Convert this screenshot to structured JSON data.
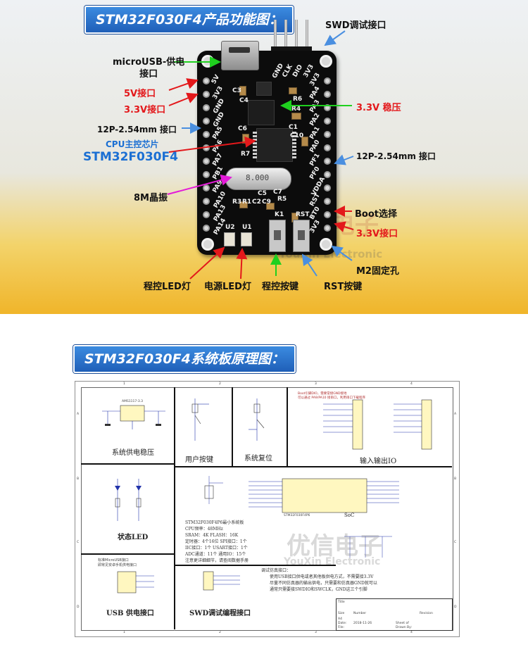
{
  "panel1": {
    "title": "STM32F030F4产品功能图：",
    "callouts": {
      "swd": "SWD调试接口",
      "usb": "microUSB-供电\n接口",
      "v5": "5V接口",
      "v33_left": "3.3V接口",
      "header_left": "12P-2.54mm  接口",
      "cpu": "CPU主控芯片",
      "cpu_name": "STM32F030F4",
      "xtal": "8M晶振",
      "ldo": "3.3V 稳压",
      "header_right": "12P-2.54mm 接口",
      "boot": "Boot选择",
      "v33_right": "3.3V接口",
      "m2": "M2固定孔",
      "led_prog": "程控LED灯",
      "led_pwr": "电源LED灯",
      "key_prog": "程控按键",
      "key_rst": "RST按键"
    },
    "silk_left": [
      "5V",
      "3V3",
      "GND",
      "GND",
      "PA5",
      "PA6",
      "PA7",
      "PB1",
      "PA9",
      "PA10",
      "PA13",
      "PA14"
    ],
    "silk_right": [
      "3V3",
      "PA4",
      "PA3",
      "PA2",
      "PA1",
      "PA0",
      "PF1",
      "PF0",
      "VDDA",
      "RST",
      "BT0",
      "3V3"
    ],
    "silk_swd": [
      "GND",
      "CLK",
      "DIO",
      "3V3"
    ],
    "silk_misc": [
      "C3",
      "C4",
      "R6",
      "R4",
      "C1",
      "C6",
      "C10",
      "R7",
      "R3",
      "R1",
      "C2",
      "C9",
      "C5",
      "R5",
      "C7",
      "K1",
      "RST",
      "U2",
      "U1"
    ],
    "crystal_label": "8.000",
    "watermark_cn": "电子",
    "watermark_en": "YouXin Electronic"
  },
  "panel2": {
    "title": "STM32F030F4系统板原理图：",
    "col_marks": [
      "1",
      "2",
      "3",
      "4"
    ],
    "row_marks": [
      "A",
      "B",
      "C",
      "D"
    ],
    "sections": {
      "power": "系统供电稳压",
      "key": "用户按键",
      "reset": "系统复位",
      "io": "输入输出IO",
      "led": "状态LED",
      "soc": "SoC",
      "usb": "USB 供电接口",
      "swd": "SWD调试编程接口"
    },
    "soc_notes": [
      "STM32F030F4P6最小系统板",
      "CPU频率：48MHz",
      "SRAM：4K    FLASH：16K",
      "定时器：4个16位    SPI接口：1个",
      "IIC接口：1个        USART接口：1个",
      "ADC通道：11个       通用IO：15个",
      "注意更详细细节，请查阅数据手册"
    ],
    "swd_notes": [
      "调试仿真接口：",
      "使用USB接口供电或者其他板供电方式，不需要接3.3V",
      "尽量不同仿真器的输出供电，只需要和仿真器GND就可以",
      "通常只需要接SWDIO和SWCLK，GND这三个引脚"
    ],
    "usb_note": [
      "标准MicroUSB接口",
      "即常见安卓手机供电接口"
    ],
    "io_note": [
      "Boot引脚DIO，需要常接GND接地",
      "可以通过 PA9/PA10 接串口，利用串口下载程序"
    ],
    "regulator": "AMS1117-3.3",
    "chip": "STM32F030F4P6",
    "title_block": [
      "Title",
      "Size",
      "Number",
      "Revision",
      "A4",
      "Date:",
      "2018-11-26",
      "Sheet  of",
      "File:",
      "Drawn By:"
    ],
    "watermark_cn": "优信电子",
    "watermark_en": "YouXin Electronic"
  },
  "colors": {
    "red": "#e3181b",
    "blue": "#1b6fd3",
    "green": "#1fd01f",
    "magenta": "#e41ad8",
    "banner": "#2a6fce",
    "yellow": "#f0b52a"
  }
}
